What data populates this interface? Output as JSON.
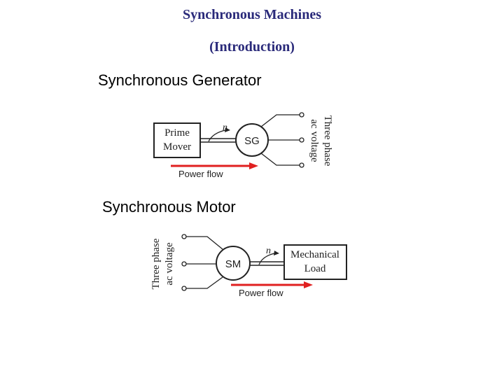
{
  "slide": {
    "title": "Synchronous Machines",
    "subtitle": "(Introduction)"
  },
  "generator": {
    "heading": "Synchronous Generator",
    "box_line1": "Prime",
    "box_line2": "Mover",
    "speed_symbol": "n",
    "machine_label": "SG",
    "voltage_line1": "Three phase",
    "voltage_line2": "ac voltage",
    "flow_label": "Power flow"
  },
  "motor": {
    "heading": "Synchronous Motor",
    "voltage_line1": "Three phase",
    "voltage_line2": "ac voltage",
    "machine_label": "SM",
    "speed_symbol": "n",
    "box_line1": "Mechanical",
    "box_line2": "Load",
    "flow_label": "Power flow"
  },
  "colors": {
    "title": "#2a2a7a",
    "arrow": "#e02020"
  }
}
